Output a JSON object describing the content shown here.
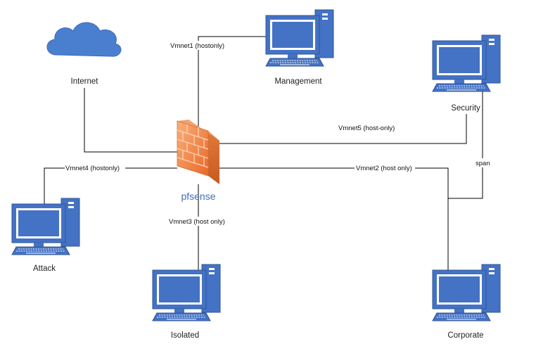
{
  "diagram": {
    "nodes": {
      "internet": {
        "label": "Internet",
        "icon": "cloud-icon"
      },
      "management": {
        "label": "Management",
        "icon": "computer-icon"
      },
      "security": {
        "label": "Security",
        "icon": "computer-icon"
      },
      "pfsense": {
        "label": "pfsense",
        "icon": "firewall-icon"
      },
      "attack": {
        "label": "Attack",
        "icon": "computer-icon"
      },
      "isolated": {
        "label": "Isolated",
        "icon": "computer-icon"
      },
      "corporate": {
        "label": "Corporate",
        "icon": "computer-icon"
      }
    },
    "links": {
      "vmnet1": "Vmnet1 (hostonly)",
      "vmnet2": "Vmnet2 (host only)",
      "vmnet3": "Vmnet3 (host only)",
      "vmnet4": "Vmnet4 (hostonly)",
      "vmnet5": "Vmnet5 (host-only)",
      "span": "span"
    },
    "colors": {
      "computer_blue": "#4472c4",
      "computer_dark": "#2f5597",
      "screen_fill": "#ffffff",
      "cloud_blue": "#4a7fd0",
      "firewall_orange": "#f07f3c",
      "label_blue": "#3f6fb5"
    }
  }
}
